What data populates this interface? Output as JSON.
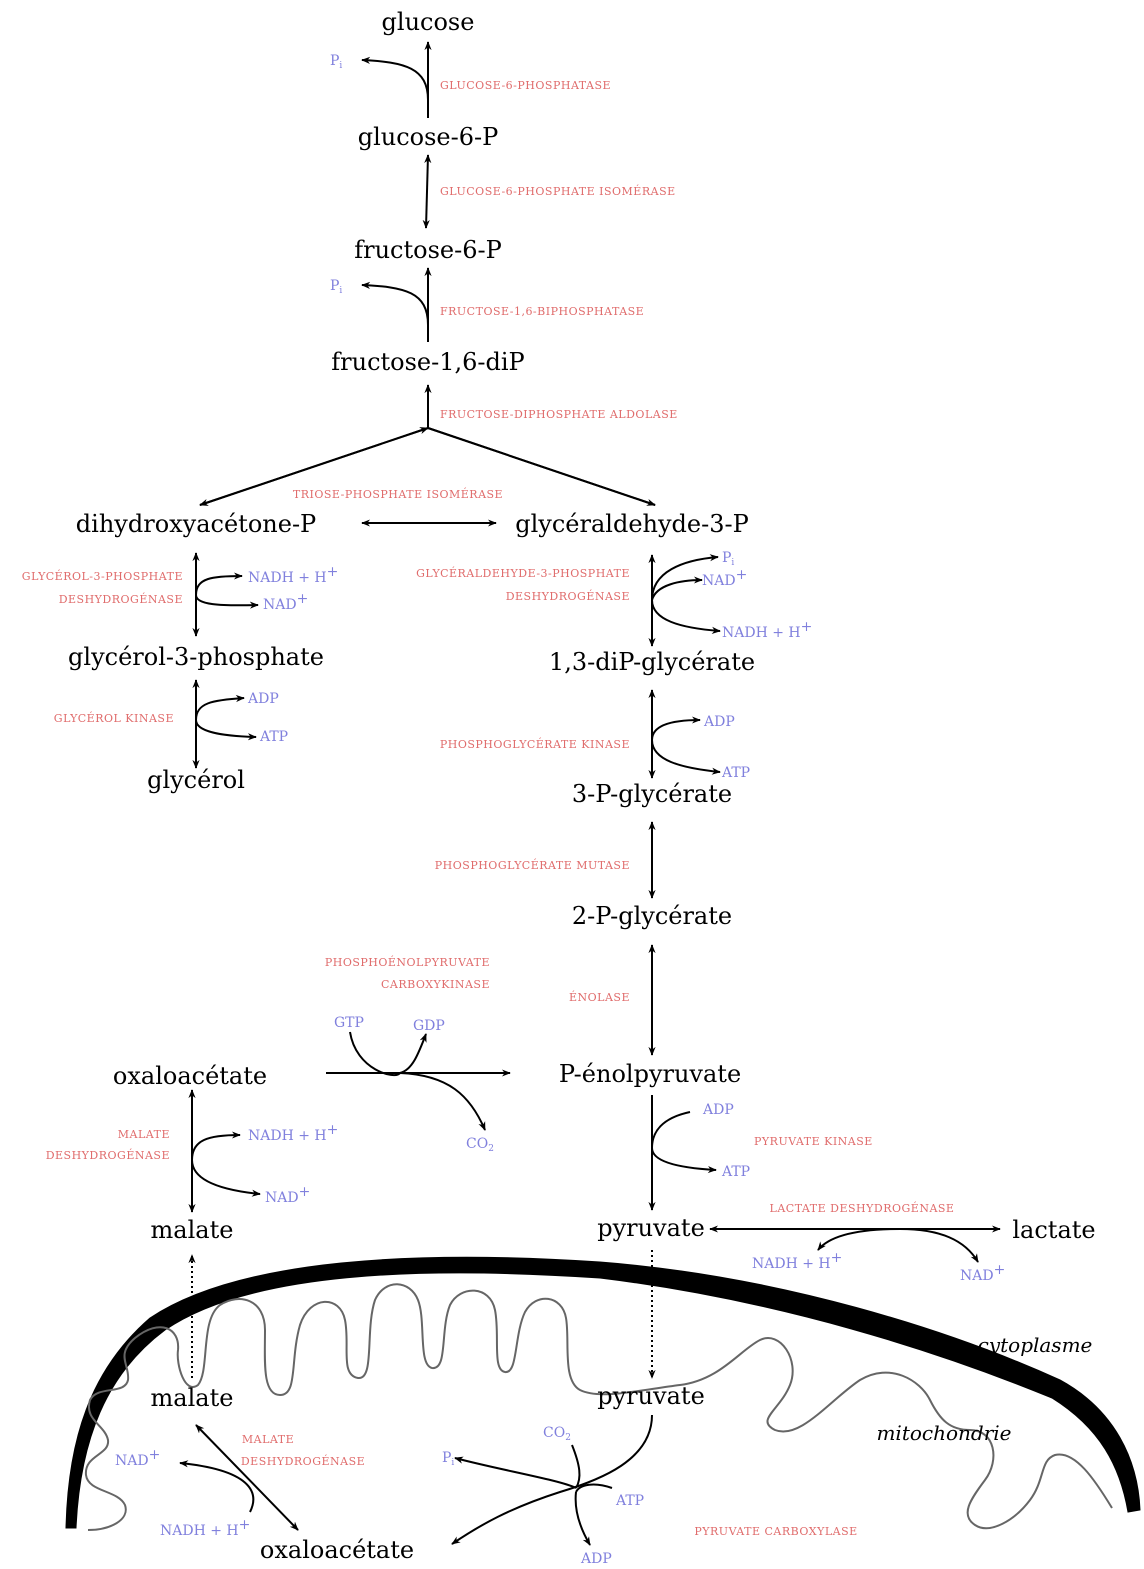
{
  "metabolites": {
    "glucose": "glucose",
    "glucose6p": "glucose-6-P",
    "fructose6p": "fructose-6-P",
    "fructose16dip": "fructose-1,6-diP",
    "dhap": "dihydroxyacétone-P",
    "g3p": "glycéraldehyde-3-P",
    "glycerol3p": "glycérol-3-phosphate",
    "glycerol": "glycérol",
    "bpg13": "1,3-diP-glycérate",
    "pg3": "3-P-glycérate",
    "pg2": "2-P-glycérate",
    "pep": "P-énolpyruvate",
    "oaa_cyto": "oxaloacétate",
    "malate_cyto": "malate",
    "pyruvate_cyto": "pyruvate",
    "lactate": "lactate",
    "malate_mito": "malate",
    "pyruvate_mito": "pyruvate",
    "oaa_mito": "oxaloacétate"
  },
  "enzymes": {
    "g6pase": "GLUCOSE-6-PHOSPHATASE",
    "gpi": "GLUCOSE-6-PHOSPHATE ISOMÉRASE",
    "fbpase": "FRUCTOSE-1,6-BIPHOSPHATASE",
    "aldolase": "FRUCTOSE-DIPHOSPHATE ALDOLASE",
    "tpi": "TRIOSE-PHOSPHATE ISOMÉRASE",
    "g3pdh_1": "GLYCÉROL-3-PHOSPHATE",
    "g3pdh_2": "DESHYDROGÉNASE",
    "glyk": "GLYCÉROL KINASE",
    "gapdh_1": "GLYCÉRALDEHYDE-3-PHOSPHATE",
    "gapdh_2": "DESHYDROGÉNASE",
    "pgk": "PHOSPHOGLYCÉRATE KINASE",
    "pgm": "PHOSPHOGLYCÉRATE MUTASE",
    "enolase": "ÉNOLASE",
    "pepck_1": "PHOSPHOÉNOLPYRUVATE",
    "pepck_2": "CARBOXYKINASE",
    "mdh_cyto_1": "MALATE",
    "mdh_cyto_2": "DESHYDROGÉNASE",
    "pk": "PYRUVATE KINASE",
    "ldh": "LACTATE DESHYDROGÉNASE",
    "mdh_mito_1": "MALATE",
    "mdh_mito_2": "DESHYDROGÉNASE",
    "pc": "PYRUVATE CARBOXYLASE"
  },
  "cofactors": {
    "pi_base": "P",
    "pi_sub": "i",
    "nadh_h": "NADH + H",
    "plus": "+",
    "nad": "NAD",
    "adp": "ADP",
    "atp": "ATP",
    "gtp": "GTP",
    "gdp": "GDP",
    "co2_base": "CO",
    "co2_sub": "2"
  },
  "compartments": {
    "cytoplasm": "cytoplasme",
    "mitochondria": "mitochondrie"
  }
}
